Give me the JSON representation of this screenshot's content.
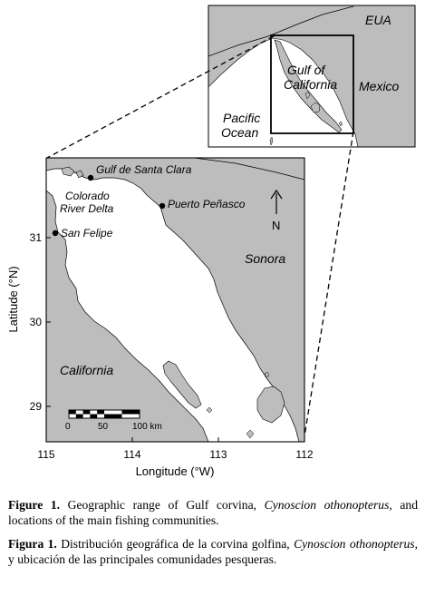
{
  "inset_map": {
    "labels": {
      "eua": "EUA",
      "gulf_line1": "Gulf of",
      "gulf_line2": "California",
      "mexico": "Mexico",
      "pacific_line1": "Pacific",
      "pacific_line2": "Ocean"
    }
  },
  "main_map": {
    "places": [
      {
        "name": "Gulf de Santa Clara"
      },
      {
        "name": "Puerto Peñasco"
      },
      {
        "name": "San Felipe"
      }
    ],
    "region_labels": {
      "delta_line1": "Colorado",
      "delta_line2": "River Delta",
      "sonora": "Sonora",
      "california": "California"
    },
    "north_label": "N",
    "scale_bar": {
      "labels": [
        "0",
        "50",
        "100 km"
      ]
    },
    "axes": {
      "x_label": "Longitude (°W)",
      "y_label": "Latitude (°N)",
      "x_ticks": [
        "115",
        "114",
        "113",
        "112"
      ],
      "y_ticks": [
        "31",
        "30",
        "29"
      ]
    }
  },
  "colors": {
    "land": "#bdbdbd",
    "water": "#ffffff",
    "border": "#000000"
  },
  "caption": {
    "english": {
      "label": "Figure 1.",
      "text_a": " Geographic range of Gulf corvina, ",
      "species": "Cynoscion othonopterus",
      "text_b": ", and locations of the main fishing communities."
    },
    "spanish": {
      "label": "Figura 1.",
      "text_a": " Distribución geográfica de la corvina golfina, ",
      "species": "Cynoscion othonopterus",
      "text_b": ", y ubicación de las principales comunidades pesqueras."
    }
  }
}
